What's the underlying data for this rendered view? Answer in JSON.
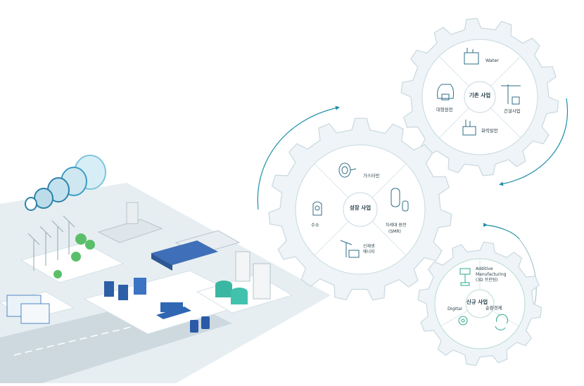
{
  "colors": {
    "gear_fill": "#eef4f7",
    "gear_stroke": "#c9d8df",
    "inner_ring": "#dbe7ec",
    "hub_fill": "#ffffff",
    "icon_stroke": "#2e6d86",
    "arrow": "#1e8fa8",
    "accent_green": "#29a98c",
    "ground": "#e3ecf1",
    "road": "#c8d5dc"
  },
  "gears": {
    "existing": {
      "hub_label": "기존 사업",
      "items": [
        "Water",
        "건설사업",
        "화력발전",
        "대형원전"
      ],
      "icons": [
        "water-plant-icon",
        "construction-crane-icon",
        "thermal-plant-icon",
        "nuclear-plant-icon"
      ]
    },
    "growth": {
      "hub_label": "성장 사업",
      "items": [
        "가스터빈",
        "차세대 원전\n(SMR)",
        "신재생\n에너지",
        "수소"
      ],
      "icons": [
        "gas-turbine-icon",
        "smr-reactor-icon",
        "renewable-energy-icon",
        "hydrogen-tank-icon"
      ]
    },
    "new": {
      "hub_label": "신규 사업",
      "items": [
        "Additive\nManufacturing\n(3D 프린팅)",
        "순환경제",
        "Digital"
      ],
      "icons": [
        "3d-printer-icon",
        "recycle-icon",
        "digital-gear-icon"
      ]
    }
  }
}
